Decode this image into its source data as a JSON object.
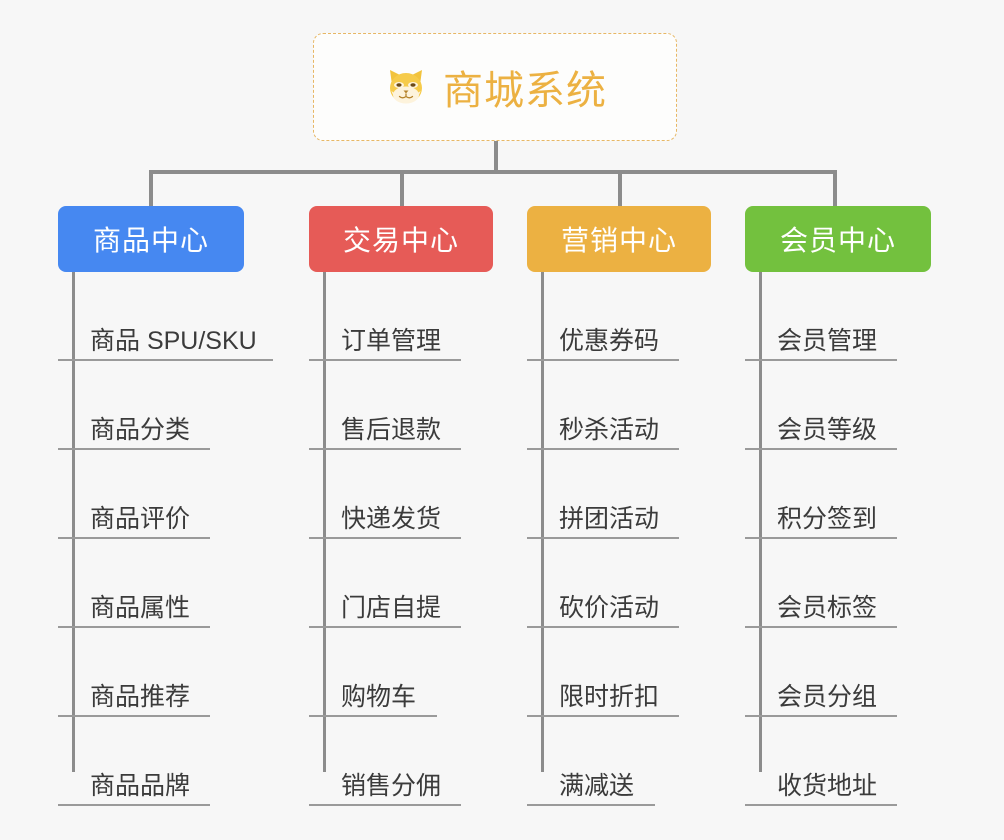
{
  "diagram": {
    "title": "商城系统",
    "root_icon": "shiba-dog-face-icon",
    "background_color": "#f7f7f7",
    "root": {
      "label": "商城系统",
      "border_color": "#e7b765",
      "text_color": "#ecb142"
    },
    "branches": [
      {
        "label": "商品中心",
        "color": "#4688f1",
        "items": [
          {
            "label": "商品 SPU/SKU"
          },
          {
            "label": "商品分类"
          },
          {
            "label": "商品评价"
          },
          {
            "label": "商品属性"
          },
          {
            "label": "商品推荐"
          },
          {
            "label": "商品品牌"
          }
        ]
      },
      {
        "label": "交易中心",
        "color": "#e65b57",
        "items": [
          {
            "label": "订单管理"
          },
          {
            "label": "售后退款"
          },
          {
            "label": "快递发货"
          },
          {
            "label": "门店自提"
          },
          {
            "label": "购物车"
          },
          {
            "label": "销售分佣"
          }
        ]
      },
      {
        "label": "营销中心",
        "color": "#ecb142",
        "items": [
          {
            "label": "优惠券码"
          },
          {
            "label": "秒杀活动"
          },
          {
            "label": "拼团活动"
          },
          {
            "label": "砍价活动"
          },
          {
            "label": "限时折扣"
          },
          {
            "label": "满减送"
          }
        ]
      },
      {
        "label": "会员中心",
        "color": "#73c13e",
        "items": [
          {
            "label": "会员管理"
          },
          {
            "label": "会员等级"
          },
          {
            "label": "积分签到"
          },
          {
            "label": "会员标签"
          },
          {
            "label": "会员分组"
          },
          {
            "label": "收货地址"
          }
        ]
      }
    ]
  }
}
